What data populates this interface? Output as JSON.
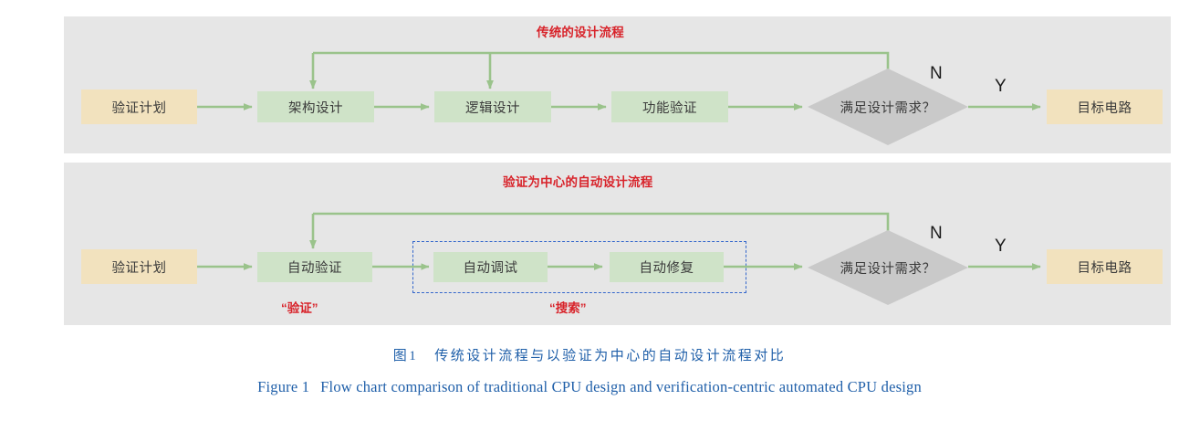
{
  "figure": {
    "panels": [
      {
        "id": "traditional",
        "title": "传统的设计流程",
        "title_color": "#d8232a",
        "nodes": [
          {
            "key": "plan",
            "label": "验证计划",
            "type": "process",
            "fill": "#f2e2be"
          },
          {
            "key": "arch",
            "label": "架构设计",
            "type": "process",
            "fill": "#cfe3c8"
          },
          {
            "key": "logic",
            "label": "逻辑设计",
            "type": "process",
            "fill": "#cfe3c8"
          },
          {
            "key": "funcverif",
            "label": "功能验证",
            "type": "process",
            "fill": "#cfe3c8"
          },
          {
            "key": "decision",
            "label": "满足设计需求？",
            "type": "decision",
            "fill": "#c9c9c9"
          },
          {
            "key": "target",
            "label": "目标电路",
            "type": "process",
            "fill": "#f2e2be"
          }
        ],
        "branch_labels": {
          "no": "N",
          "yes": "Y"
        }
      },
      {
        "id": "automated",
        "title": "验证为中心的自动设计流程",
        "title_color": "#d8232a",
        "nodes": [
          {
            "key": "plan",
            "label": "验证计划",
            "type": "process",
            "fill": "#f2e2be"
          },
          {
            "key": "autoverif",
            "label": "自动验证",
            "type": "process",
            "fill": "#cfe3c8"
          },
          {
            "key": "autodebug",
            "label": "自动调试",
            "type": "process",
            "fill": "#cfe3c8"
          },
          {
            "key": "autofix",
            "label": "自动修复",
            "type": "process",
            "fill": "#cfe3c8"
          },
          {
            "key": "decision",
            "label": "满足设计需求？",
            "type": "decision",
            "fill": "#c9c9c9"
          },
          {
            "key": "target",
            "label": "目标电路",
            "type": "process",
            "fill": "#f2e2be"
          }
        ],
        "branch_labels": {
          "no": "N",
          "yes": "Y"
        },
        "annotations": [
          {
            "key": "verification",
            "label": "“验证”",
            "color": "#d8232a"
          },
          {
            "key": "search",
            "label": "“搜索”",
            "color": "#d8232a"
          }
        ],
        "grouping_box": {
          "label": "search-group",
          "stroke": "#3366cc",
          "style": "dashed"
        }
      }
    ],
    "caption_cn_figno": "图1",
    "caption_cn_text": "传统设计流程与以验证为中心的自动设计流程对比",
    "caption_en_figno": "Figure 1",
    "caption_en_text": "Flow chart comparison of traditional CPU design and verification-centric automated CPU design",
    "caption_color": "#1f5fa9",
    "palette": {
      "panel_bg": "#e6e6e6",
      "page_bg": "#ffffff",
      "process_green": "#cfe3c8",
      "process_tan": "#f2e2be",
      "decision_grey": "#c9c9c9",
      "arrow_green": "#9ac38b",
      "accent_red": "#d8232a",
      "dashed_blue": "#3366cc"
    }
  }
}
